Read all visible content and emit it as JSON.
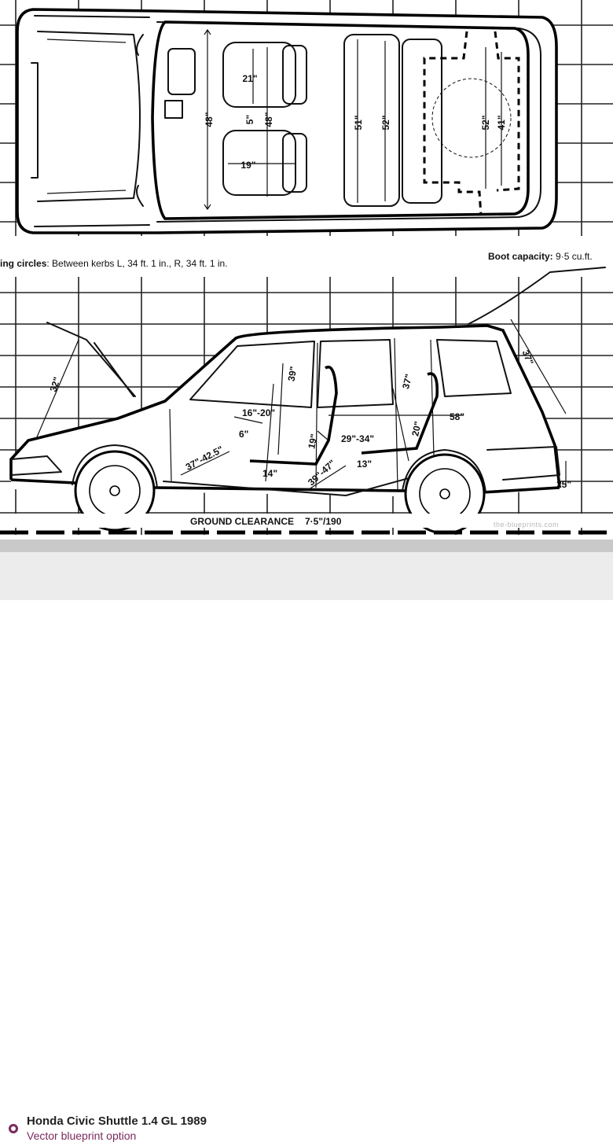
{
  "vehicle": {
    "title": "Honda Civic Shuttle 1.4 GL 1989",
    "subtitle": "Vector blueprint option"
  },
  "captions": {
    "turning_label": "ing circles",
    "turning_value": ": Between kerbs L, 34 ft.  1 in., R, 34 ft.  1 in.",
    "boot_label": "Boot capacity:",
    "boot_value": " 9·5 cu.ft.",
    "ground_clearance_label": "GROUND CLEARANCE",
    "ground_clearance_value": "7·5\"/190"
  },
  "dimensions_top": {
    "cabin_width": "48\"",
    "front_seat_width": "21\"",
    "front_seat_gap": "5\"",
    "front_seat_span": "48\"",
    "front_seat_depth": "19\"",
    "rear_bench_51": "51\"",
    "rear_bench_52": "52\"",
    "boot_width": "52\"",
    "boot_inner": "41\""
  },
  "dimensions_side": {
    "bonnet": "32\"",
    "front_headroom": "39\"",
    "rear_headroom": "37\"",
    "tailgate": "37\"",
    "legroom_front": "16\"-20\"",
    "seat_drop": "6\"",
    "pedal_reach": "37\"-42.5\"",
    "seat_height": "14\"",
    "cushion_front": "19\"",
    "cushion_rear": "20\"",
    "rear_legroom": "29\"-34\"",
    "rear_seat_height": "13\"",
    "floor_length": "39\"-47\"",
    "load_length": "58\"",
    "sill_height": "25\""
  },
  "footer": {
    "watermark": "the-blueprints.com"
  }
}
